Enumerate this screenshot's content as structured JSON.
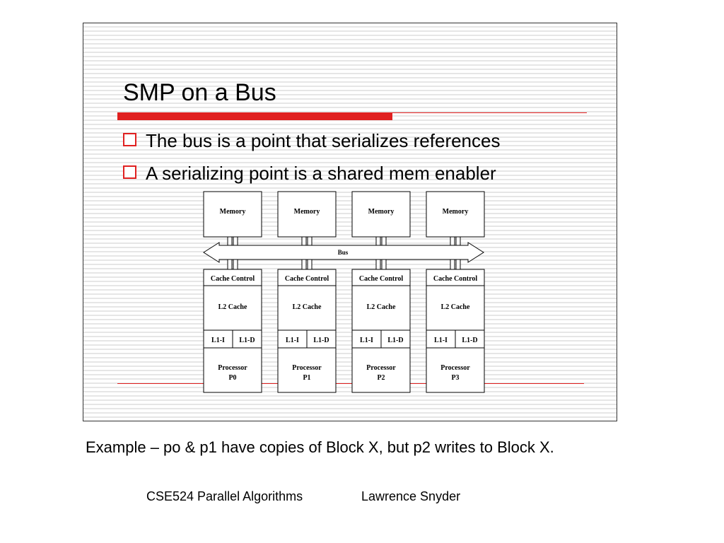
{
  "slide": {
    "title": "SMP on a Bus",
    "bullets": [
      "The bus is a point that serializes references",
      "A serializing point is a shared mem enabler"
    ]
  },
  "diagram": {
    "bus_label": "Bus",
    "nodes": [
      {
        "memory": "Memory",
        "cache_control": "Cache Control",
        "l2": "L2 Cache",
        "l1i": "L1-I",
        "l1d": "L1-D",
        "processor_line1": "Processor",
        "processor_line2": "P0"
      },
      {
        "memory": "Memory",
        "cache_control": "Cache Control",
        "l2": "L2 Cache",
        "l1i": "L1-I",
        "l1d": "L1-D",
        "processor_line1": "Processor",
        "processor_line2": "P1"
      },
      {
        "memory": "Memory",
        "cache_control": "Cache Control",
        "l2": "L2 Cache",
        "l1i": "L1-I",
        "l1d": "L1-D",
        "processor_line1": "Processor",
        "processor_line2": "P2"
      },
      {
        "memory": "Memory",
        "cache_control": "Cache Control",
        "l2": "L2 Cache",
        "l1i": "L1-I",
        "l1d": "L1-D",
        "processor_line1": "Processor",
        "processor_line2": "P3"
      }
    ]
  },
  "caption": "Example – po & p1 have copies of Block X, but p2 writes to Block X.",
  "footer": {
    "course": "CSE524 Parallel Algorithms",
    "author": "Lawrence Snyder"
  },
  "colors": {
    "accent": "#e02020"
  }
}
